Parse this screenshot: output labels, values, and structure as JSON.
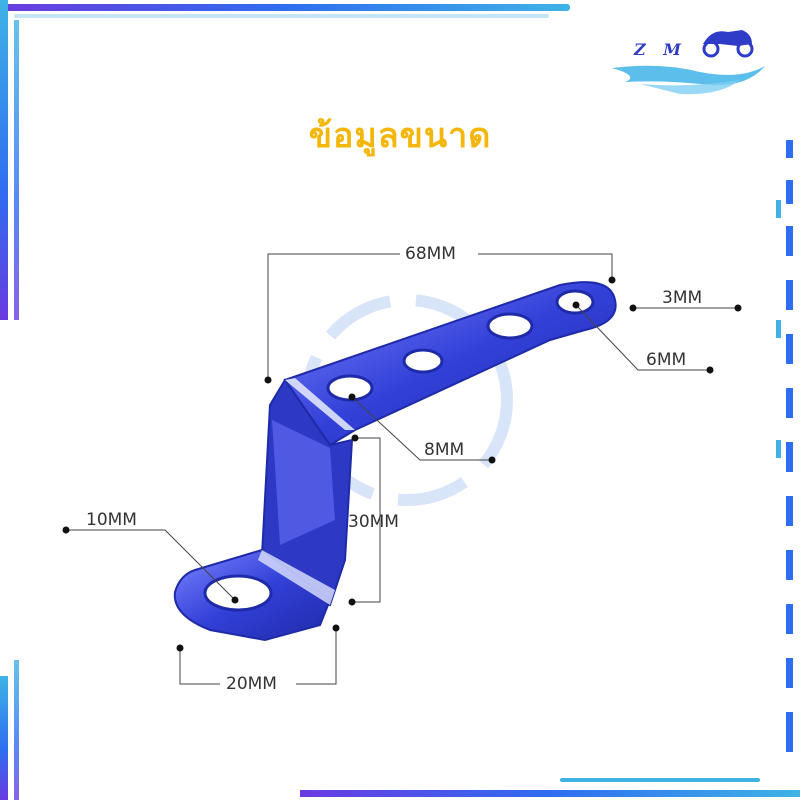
{
  "brand": {
    "logo_text": "Z M",
    "colors": {
      "primary": "#2f3cc8",
      "wave": "#3fb3e6"
    }
  },
  "title": {
    "text": "ข้อมูลขนาด",
    "color": "#f5b60a"
  },
  "dimensions": {
    "total_length": "68MM",
    "thickness": "3MM",
    "small_hole": "6MM",
    "medium_hole": "8MM",
    "height": "30MM",
    "large_hole": "10MM",
    "base_length": "20MM"
  },
  "product": {
    "icon": "z-bracket-icon",
    "color": "#3b46d6"
  },
  "frame": {
    "accent_colors": [
      "#2f6df0",
      "#3fb3e6",
      "#6a3be0"
    ]
  }
}
